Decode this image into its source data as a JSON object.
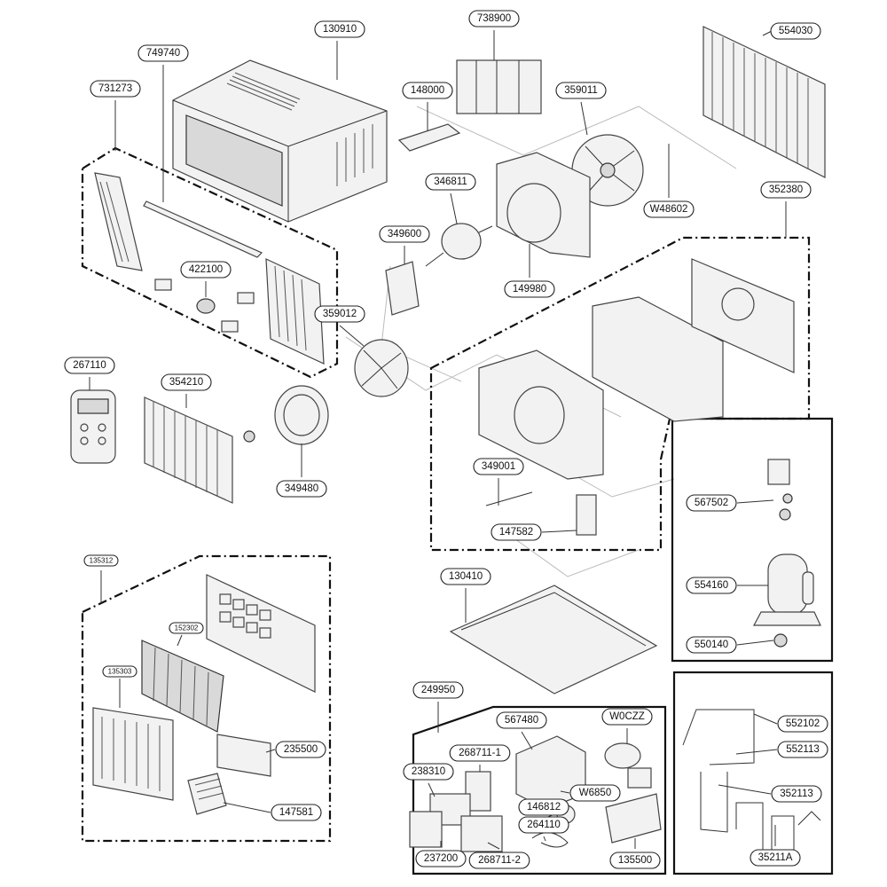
{
  "diagram": {
    "parts": [
      {
        "id": "130910"
      },
      {
        "id": "738900"
      },
      {
        "id": "554030"
      },
      {
        "id": "749740"
      },
      {
        "id": "148000"
      },
      {
        "id": "731273"
      },
      {
        "id": "359011"
      },
      {
        "id": "346811"
      },
      {
        "id": "W48602"
      },
      {
        "id": "352380"
      },
      {
        "id": "349600"
      },
      {
        "id": "422100"
      },
      {
        "id": "149980"
      },
      {
        "id": "359012"
      },
      {
        "id": "267110"
      },
      {
        "id": "354210"
      },
      {
        "id": "349001"
      },
      {
        "id": "349480"
      },
      {
        "id": "567502"
      },
      {
        "id": "147582"
      },
      {
        "id": "135312"
      },
      {
        "id": "152302"
      },
      {
        "id": "135303"
      },
      {
        "id": "130410"
      },
      {
        "id": "554160"
      },
      {
        "id": "550140"
      },
      {
        "id": "249950"
      },
      {
        "id": "567480"
      },
      {
        "id": "W0CZZ"
      },
      {
        "id": "235500"
      },
      {
        "id": "268711-1"
      },
      {
        "id": "552102"
      },
      {
        "id": "238310"
      },
      {
        "id": "552113"
      },
      {
        "id": "W6850"
      },
      {
        "id": "146812"
      },
      {
        "id": "352113"
      },
      {
        "id": "264110"
      },
      {
        "id": "147581"
      },
      {
        "id": "237200"
      },
      {
        "id": "268711-2"
      },
      {
        "id": "135500"
      },
      {
        "id": "35211A"
      }
    ]
  }
}
